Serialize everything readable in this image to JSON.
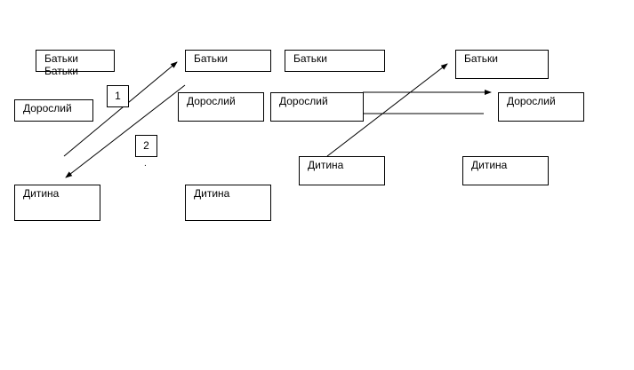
{
  "diagram": {
    "nodes": {
      "n1": "Батьки\nБатьки",
      "n2": "Дорослий",
      "n3": "Дитина",
      "n4": "Батьки",
      "n5": "Дорослий",
      "n6": "Дитина",
      "n7": "Батьки",
      "n8": "Дорослий",
      "n9": "Дитина",
      "n10": "Батьки",
      "n11": "Дорослий",
      "n12": "Дитина"
    },
    "labels": {
      "step1": "1",
      "step2": "2",
      "dot": "."
    }
  }
}
